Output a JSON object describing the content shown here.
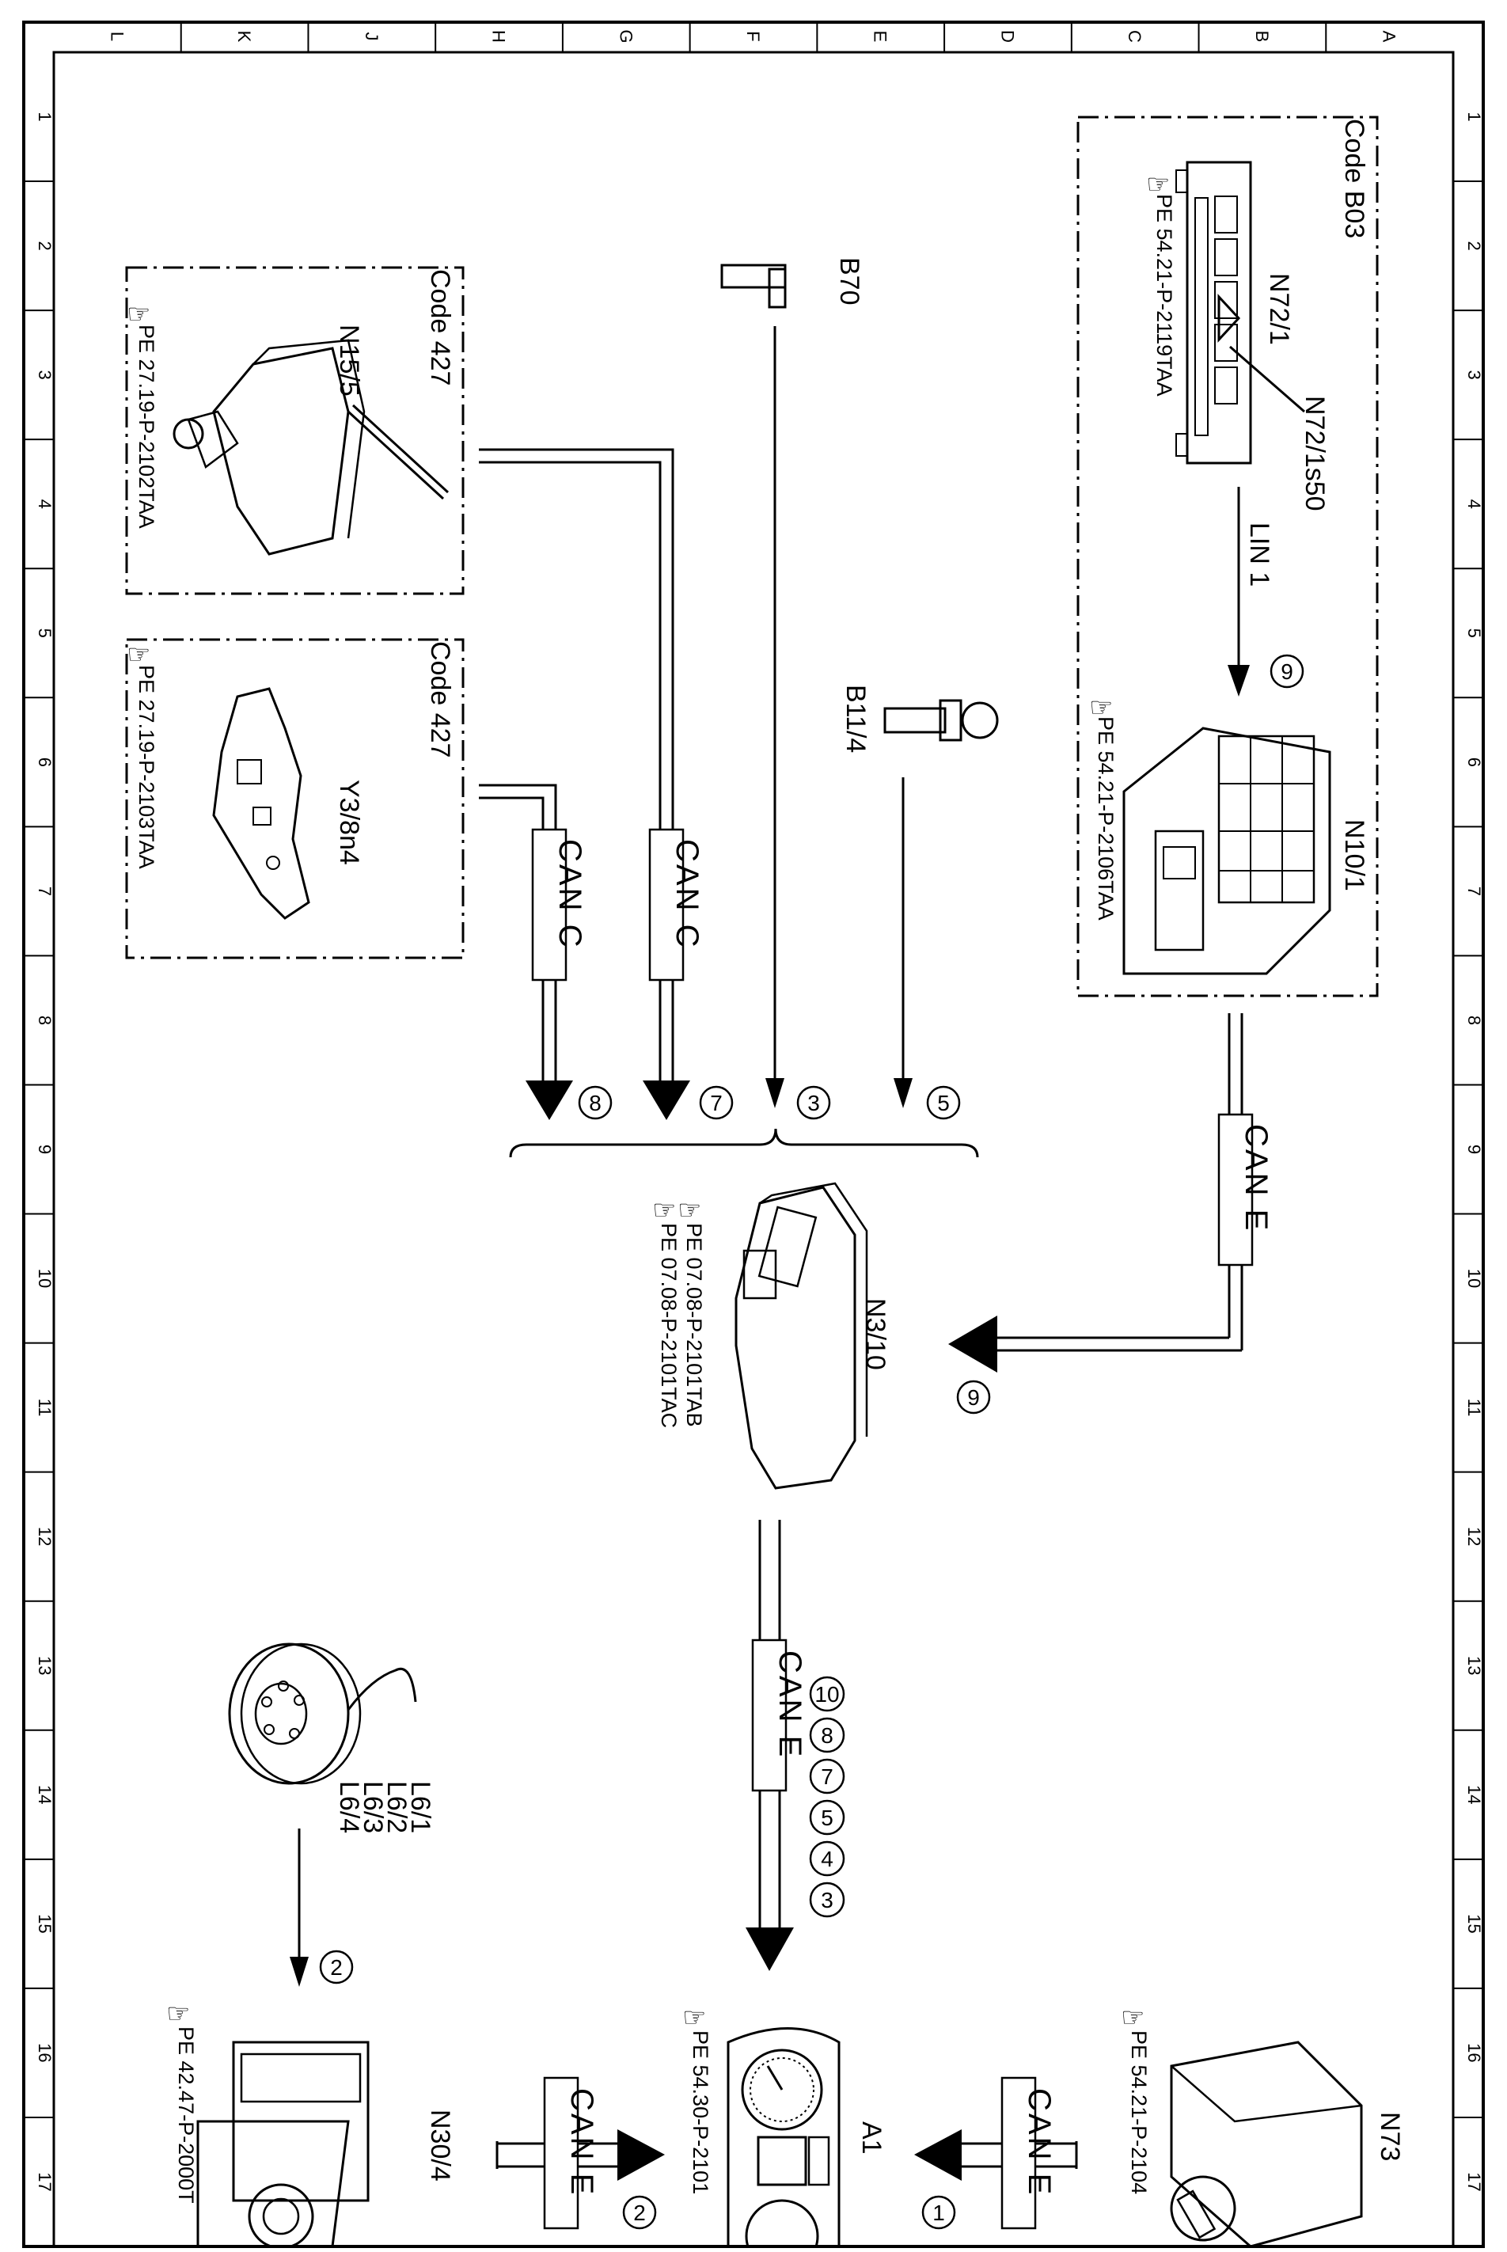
{
  "border": {
    "column_letters": [
      "L",
      "K",
      "J",
      "H",
      "G",
      "F",
      "E",
      "D",
      "C",
      "B",
      "A"
    ],
    "row_numbers": [
      "1",
      "2",
      "3",
      "4",
      "5",
      "6",
      "7",
      "8",
      "9",
      "10",
      "11",
      "12",
      "13",
      "14",
      "15",
      "16",
      "17"
    ]
  },
  "components": {
    "n72_1": {
      "label": "N72/1",
      "sub_label": "N72/1s50",
      "code": "Code B03",
      "ref": "PE 54.21-P-2119TAA"
    },
    "n10_1": {
      "label": "N10/1",
      "ref": "PE 54.21-P-2106TAA"
    },
    "b70": {
      "label": "B70"
    },
    "b11_4": {
      "label": "B11/4"
    },
    "n15_5": {
      "label": "N15/5",
      "code": "Code 427",
      "ref": "PE 27.19-P-2102TAA"
    },
    "y3_8n4": {
      "label": "Y3/8n4",
      "code": "Code 427",
      "ref": "PE 27.19-P-2103TAA"
    },
    "n3_10": {
      "label": "N3/10",
      "refs": [
        "PE 07.08-P-2101TAB",
        "PE 07.08-P-2101TAC"
      ]
    },
    "l6": {
      "labels": [
        "L6/1",
        "L6/2",
        "L6/3",
        "L6/4"
      ]
    },
    "n30_4": {
      "label": "N30/4",
      "ref": "PE 42.47-P-2000T"
    },
    "a1": {
      "label": "A1",
      "ref": "PE 54.30-P-2101"
    },
    "n73": {
      "label": "N73",
      "ref": "PE 54.21-P-2104"
    }
  },
  "buses": {
    "lin1": "LIN 1",
    "can_c_a": "CAN C",
    "can_c_b": "CAN C",
    "can_e_a": "CAN E",
    "can_e_b": "CAN E",
    "can_e_c": "CAN E",
    "can_e_d": "CAN E"
  },
  "signals": {
    "s9a": "9",
    "s9b": "9",
    "s3": "3",
    "s5": "5",
    "s7": "7",
    "s8": "8",
    "stack": [
      "10",
      "8",
      "7",
      "5",
      "4",
      "3"
    ],
    "s2": "2",
    "s2b": "2",
    "s1": "1"
  }
}
